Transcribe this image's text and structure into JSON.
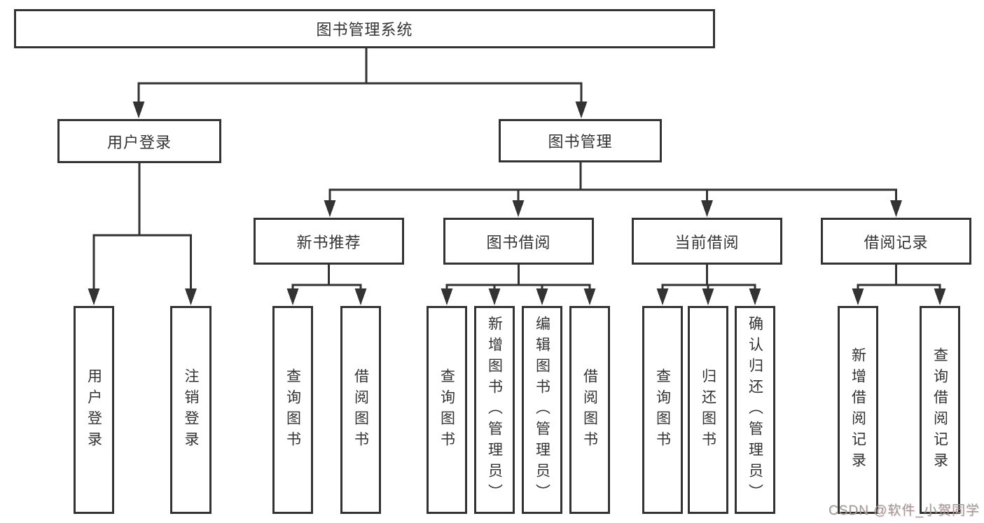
{
  "diagram": {
    "nodes": {
      "root": "图书管理系统",
      "user_login": "用户登录",
      "book_mgmt": "图书管理",
      "new_book_rec": "新书推荐",
      "book_borrow": "图书借阅",
      "current_borrow": "当前借阅",
      "borrow_records": "借阅记录",
      "leaf_user_login": "用户登录",
      "leaf_logout": "注销登录",
      "leaf_query_books_a": "查询图书",
      "leaf_borrow_books_a": "借阅图书",
      "leaf_query_books_b": "查询图书",
      "leaf_add_books_admin": "新增图书（管理员）",
      "leaf_edit_books_admin": "编辑图书（管理员）",
      "leaf_borrow_books_b": "借阅图书",
      "leaf_query_books_c": "查询图书",
      "leaf_return_books": "归还图书",
      "leaf_confirm_return_admin": "确认归还（管理员）",
      "leaf_add_borrow_record": "新增借阅记录",
      "leaf_query_borrow_record": "查询借阅记录"
    },
    "colors": {
      "stroke": "#333333",
      "text": "#333333",
      "background": "#ffffff",
      "watermark": "#9d9d9d",
      "watermark_accent": "#c96a6a"
    },
    "watermark": "CSDN @软件_小贺同学"
  }
}
